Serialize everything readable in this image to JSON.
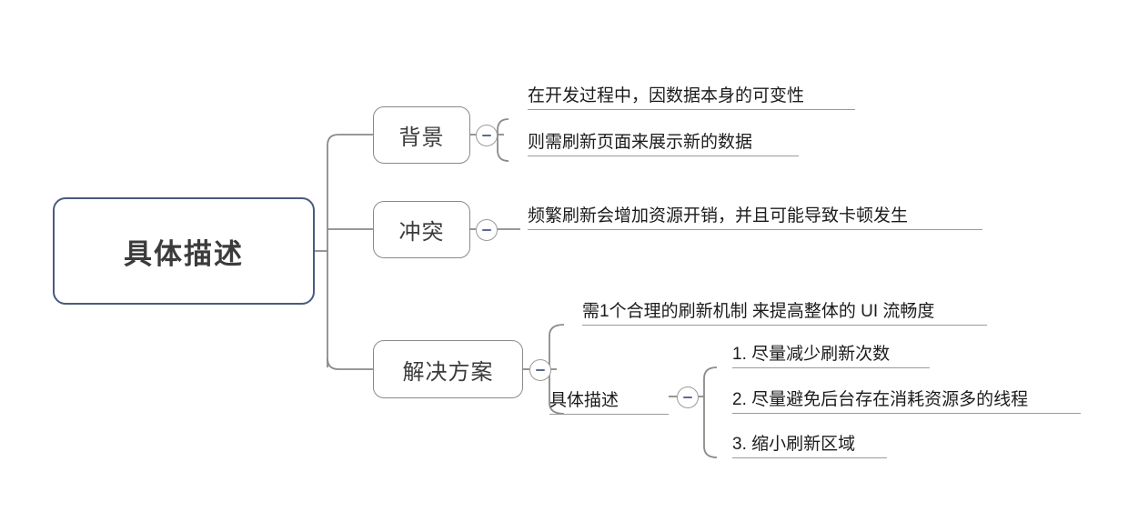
{
  "diagram": {
    "type": "mind-map",
    "title": "具体描述",
    "colors": {
      "root_border": "#4a5a80",
      "branch_border": "#8c8a86",
      "connector": "#8c8a86",
      "underline": "#9a9a9a",
      "text": "#1c1c1c",
      "node_text": "#3b3b3b",
      "background": "#ffffff",
      "collapse_minus": "#5a6a90"
    },
    "root": {
      "label": "具体描述"
    },
    "branches": [
      {
        "id": "background",
        "label": "背景",
        "collapse_icon": "collapse-minus-icon",
        "children": [
          {
            "id": "bg-1",
            "label": "在开发过程中，因数据本身的可变性"
          },
          {
            "id": "bg-2",
            "label": "则需刷新页面来展示新的数据"
          }
        ]
      },
      {
        "id": "conflict",
        "label": "冲突",
        "collapse_icon": "collapse-minus-icon",
        "children": [
          {
            "id": "cf-1",
            "label": "频繁刷新会增加资源开销，并且可能导致卡顿发生"
          }
        ]
      },
      {
        "id": "solution",
        "label": "解决方案",
        "collapse_icon": "collapse-minus-icon",
        "children": [
          {
            "id": "sol-1",
            "label": "需1个合理的刷新机制 来提高整体的 UI 流畅度"
          },
          {
            "id": "sol-2",
            "label": "具体描述",
            "collapse_icon": "collapse-minus-icon",
            "children": [
              {
                "id": "sol-2-1",
                "label": "1. 尽量减少刷新次数"
              },
              {
                "id": "sol-2-2",
                "label": "2. 尽量避免后台存在消耗资源多的线程"
              },
              {
                "id": "sol-2-3",
                "label": "3. 缩小刷新区域"
              }
            ]
          }
        ]
      }
    ]
  }
}
